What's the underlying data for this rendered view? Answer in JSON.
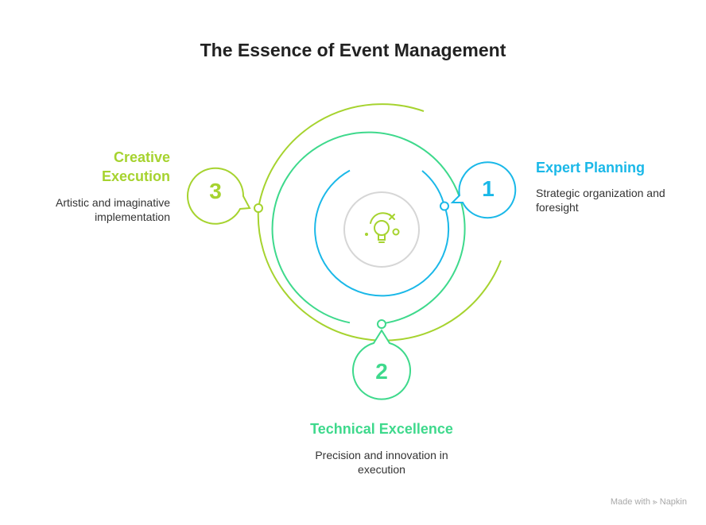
{
  "title": "The Essence of Event Management",
  "center": {
    "icon": "lightbulb-icon"
  },
  "items": [
    {
      "number": "1",
      "heading": "Expert Planning",
      "description": "Strategic organization and foresight",
      "color": "#1ab8e8"
    },
    {
      "number": "2",
      "heading": "Technical Excellence",
      "description": "Precision and innovation in execution",
      "color": "#3ed98c"
    },
    {
      "number": "3",
      "heading": "Creative Execution",
      "description": "Artistic and imaginative implementation",
      "color": "#a6d32f"
    }
  ],
  "watermark": {
    "prefix": "Made with",
    "brand": "Napkin",
    "icon": "napkin-icon"
  }
}
